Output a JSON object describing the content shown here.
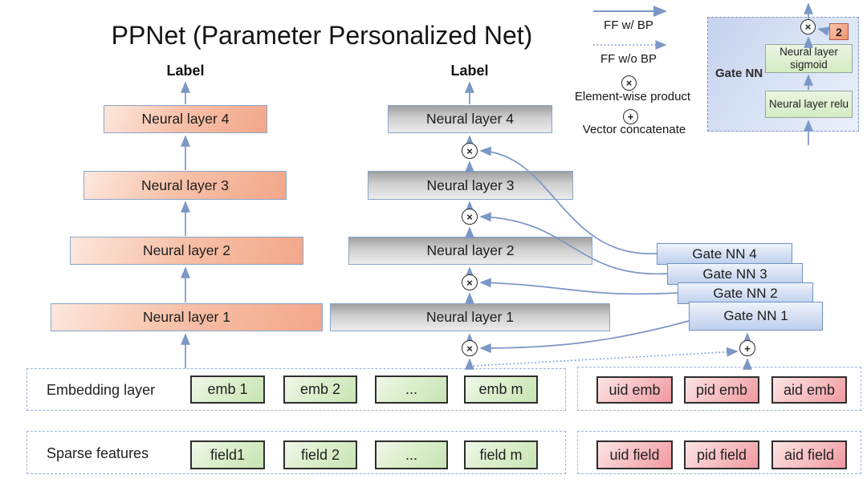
{
  "title": "PPNet (Parameter Personalized Net)",
  "legend": {
    "ff_with_bp": "FF w/ BP",
    "ff_without_bp": "FF w/o BP",
    "elementwise_product": "Element-wise product",
    "vector_concatenate": "Vector concatenate",
    "product_symbol": "×",
    "concat_symbol": "+"
  },
  "towers": {
    "left": {
      "output_label": "Label",
      "layers": [
        "Neural layer 4",
        "Neural layer 3",
        "Neural layer 2",
        "Neural layer 1"
      ]
    },
    "middle": {
      "output_label": "Label",
      "layers": [
        "Neural layer 4",
        "Neural layer 3",
        "Neural layer 2",
        "Neural layer 1"
      ]
    }
  },
  "gate_stack": {
    "items": [
      "Gate NN 4",
      "Gate NN 3",
      "Gate NN 2",
      "Gate NN 1"
    ]
  },
  "gate_detail": {
    "title": "Gate NN",
    "sigmoid_label": "Neural layer sigmoid",
    "relu_label": "Neural layer relu",
    "scale_value": "2"
  },
  "embedding_layer": {
    "label": "Embedding layer",
    "fields": [
      "emb 1",
      "emb 2",
      "...",
      "emb m"
    ],
    "id_fields": [
      "uid emb",
      "pid emb",
      "aid emb"
    ]
  },
  "sparse_features": {
    "label": "Sparse features",
    "fields": [
      "field1",
      "field 2",
      "...",
      "field m"
    ],
    "id_fields": [
      "uid field",
      "pid field",
      "aid field"
    ]
  },
  "colors": {
    "arrow_blue": "#7b97c6",
    "box_border_blue": "#8aa5c8",
    "salmon_fill": "#f2a78a",
    "gray_fill": "#c9c9c9",
    "gate_blue_fill": "#bfd1ed",
    "green_fill": "#c7e4b4",
    "pink_fill": "#f0999f",
    "detail_bg": "#c5d2ee",
    "scale_box_fill": "#f2936f"
  }
}
